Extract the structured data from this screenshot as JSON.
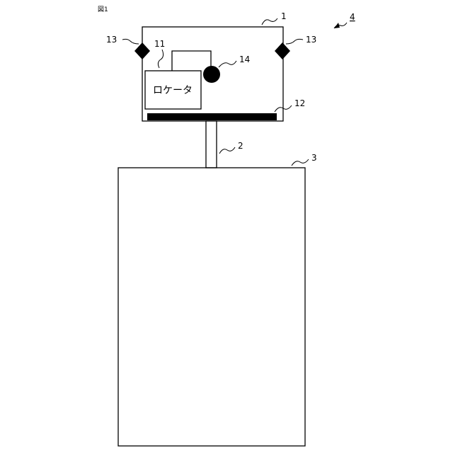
{
  "figure": {
    "label": "図1"
  },
  "references": {
    "device": "1",
    "pole": "2",
    "base": "3",
    "system": "4",
    "locator": "11",
    "plate": "12",
    "marker": "13",
    "sensor": "14"
  },
  "locator_box": {
    "text": "ロケータ"
  },
  "colors": {
    "line": "#000000",
    "background": "#ffffff"
  }
}
